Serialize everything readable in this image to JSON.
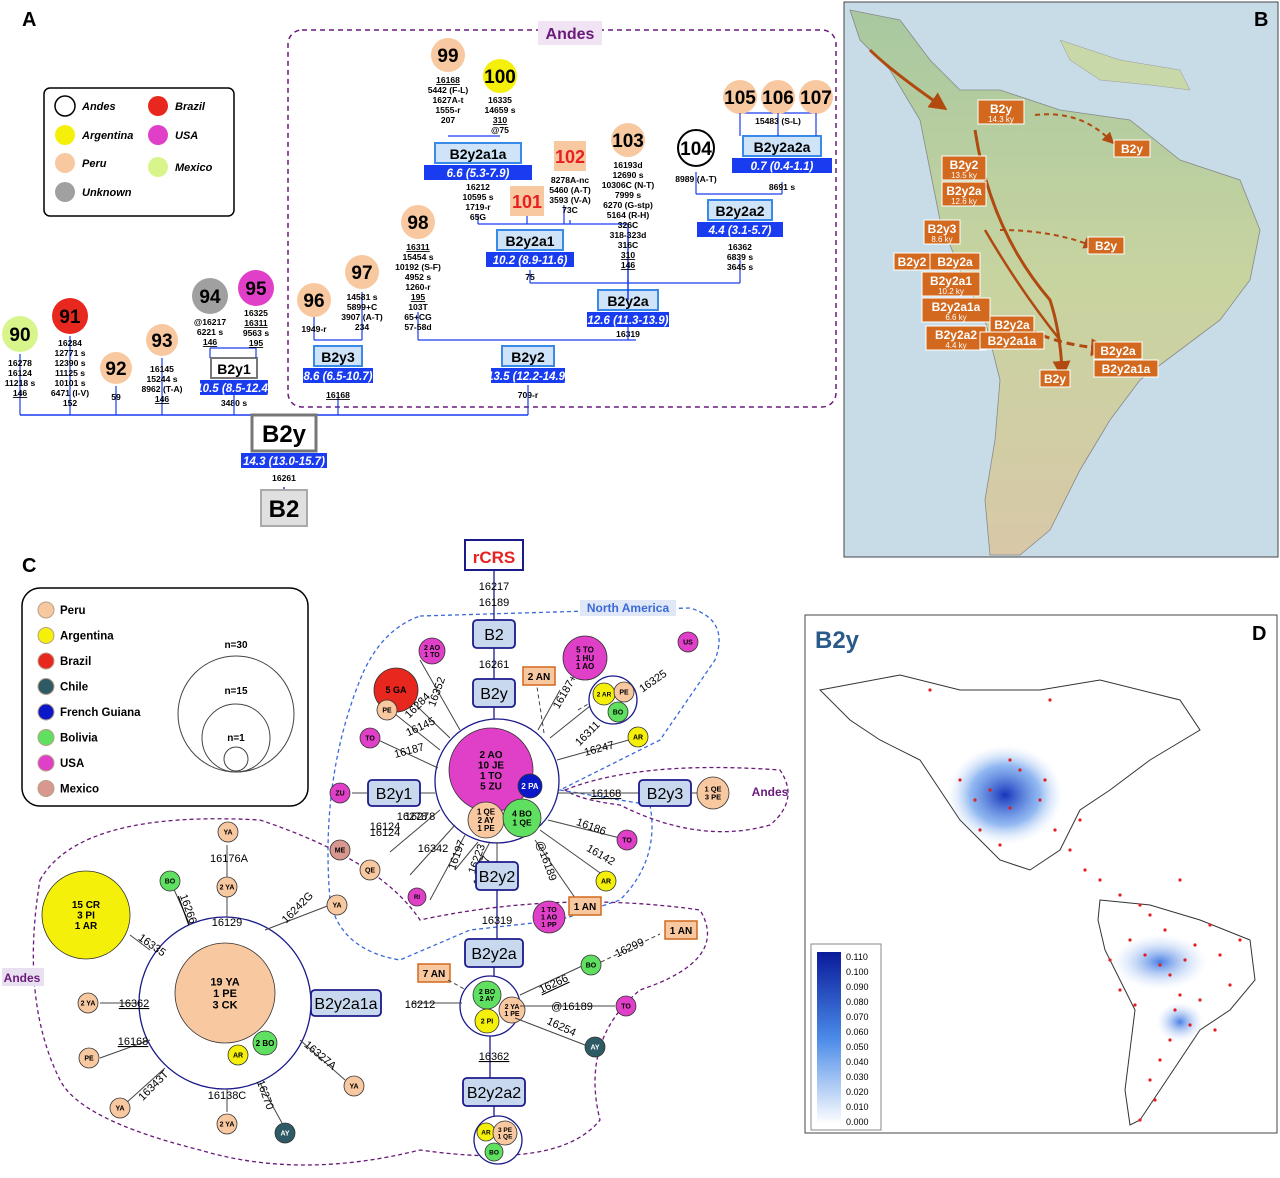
{
  "colors": {
    "andes": "#ffffff",
    "argentina": "#f5f00a",
    "peru": "#f8c8a0",
    "unknown": "#a0a0a0",
    "brazil": "#e8281e",
    "usa": "#e040c8",
    "mexico": "#d8f58c",
    "chile": "#2e5a66",
    "fguiana": "#0a18c8",
    "bolivia": "#60e060",
    "mexicoC": "#d89890",
    "blue": "#1a3cf0",
    "lightblue": "#c8d8ee",
    "orange": "#d2691e",
    "purple": "#6a1a7a"
  },
  "panels": {
    "a": "A",
    "b": "B",
    "c": "C",
    "d": "D"
  },
  "a": {
    "andes_title": "Andes",
    "legend": [
      {
        "label": "Andes",
        "color": "andes"
      },
      {
        "label": "Brazil",
        "color": "brazil"
      },
      {
        "label": "Argentina",
        "color": "argentina"
      },
      {
        "label": "USA",
        "color": "usa"
      },
      {
        "label": "Peru",
        "color": "peru"
      },
      {
        "label": "Mexico",
        "color": "mexico"
      },
      {
        "label": "Unknown",
        "color": "unknown"
      }
    ],
    "nodes": [
      {
        "id": "90",
        "color": "mexico",
        "muts": [
          "16278",
          "16124",
          "11218 s",
          "146"
        ],
        "u": [
          3
        ]
      },
      {
        "id": "91",
        "color": "brazil",
        "muts": [
          "16284",
          "12771 s",
          "12390 s",
          "11125 s",
          "10101 s",
          "6471 (I-V)",
          "152"
        ],
        "u": []
      },
      {
        "id": "92",
        "color": "peru",
        "muts": [
          "59"
        ],
        "u": []
      },
      {
        "id": "93",
        "color": "peru",
        "muts": [
          "16145",
          "15244 s",
          "8962 (T-A)",
          "146"
        ],
        "u": [
          3
        ]
      },
      {
        "id": "94",
        "color": "unknown",
        "muts": [
          "@16217",
          "6221 s",
          "146"
        ],
        "u": [
          2
        ]
      },
      {
        "id": "95",
        "color": "usa",
        "muts": [
          "16325",
          "16311",
          "9563 s",
          "195"
        ],
        "u": [
          1,
          3
        ]
      },
      {
        "id": "96",
        "color": "peru",
        "muts": [
          "1949-r"
        ],
        "u": []
      },
      {
        "id": "97",
        "color": "peru",
        "muts": [
          "14581 s",
          "5899+C",
          "3907 (A-T)",
          "234"
        ],
        "u": []
      },
      {
        "id": "98",
        "color": "peru",
        "muts": [
          "16311",
          "15454 s",
          "10192 (S-F)",
          "4952 s",
          "1260-r",
          "195",
          "103T",
          "65+CG",
          "57-58d"
        ],
        "u": [
          0,
          5
        ]
      },
      {
        "id": "99",
        "color": "peru",
        "muts": [
          "16168",
          "5442 (F-L)",
          "1627A-t",
          "1555-r",
          "207"
        ],
        "u": [
          0
        ]
      },
      {
        "id": "100",
        "color": "argentina",
        "muts": [
          "16335",
          "14659 s",
          "310",
          "@75"
        ],
        "u": [
          2
        ]
      },
      {
        "id": "101",
        "color": "peru",
        "muts": [],
        "u": []
      },
      {
        "id": "102",
        "color": "peru",
        "muts": [
          "8278A-nc",
          "5460 (A-T)",
          "3593 (V-A)",
          "73C"
        ],
        "u": []
      },
      {
        "id": "103",
        "color": "peru",
        "muts": [
          "16193d",
          "12690 s",
          "10306C (N-T)",
          "7999 s",
          "6270 (G-stp)",
          "5164 (R-H)",
          "326C",
          "318-323d",
          "316C",
          "310",
          "146"
        ],
        "u": [
          9,
          10
        ]
      },
      {
        "id": "104",
        "color": "andes",
        "muts": [
          "8989 (A-T)"
        ],
        "u": []
      },
      {
        "id": "105",
        "color": "peru",
        "muts": [],
        "u": []
      },
      {
        "id": "106",
        "color": "peru",
        "muts": [
          "15483 (S-L)"
        ],
        "u": []
      },
      {
        "id": "107",
        "color": "peru",
        "muts": [],
        "u": []
      }
    ],
    "clades": [
      {
        "id": "B2y1",
        "age": "10.5 (8.5-12.4)",
        "muts": [
          "3480 s"
        ]
      },
      {
        "id": "B2y3",
        "age": "8.6 (6.5-10.7)",
        "muts": [
          "16168"
        ]
      },
      {
        "id": "B2y2",
        "age": "13.5 (12.2-14.9)",
        "muts": [
          "709-r"
        ]
      },
      {
        "id": "B2y2a",
        "age": "12.6 (11.3-13.9)",
        "muts": [
          "16319"
        ]
      },
      {
        "id": "B2y2a1",
        "age": "10.2 (8.9-11.6)",
        "muts": [
          "75"
        ]
      },
      {
        "id": "B2y2a1a",
        "age": "6.6 (5.3-7.9)",
        "muts": [
          "16212",
          "10595 s",
          "1719-r",
          "65G"
        ]
      },
      {
        "id": "B2y2a2",
        "age": "4.4 (3.1-5.7)",
        "muts": [
          "16362",
          "6839 s",
          "3645 s"
        ]
      },
      {
        "id": "B2y2a2a",
        "age": "0.7 (0.4-1.1)",
        "muts": [
          "8691 s"
        ]
      },
      {
        "id": "B2y",
        "age": "14.3 (13.0-15.7)",
        "muts": [
          "16261"
        ]
      },
      {
        "id": "B2",
        "age": "",
        "muts": []
      }
    ]
  },
  "b": {
    "labels": [
      {
        "t1": "B2y",
        "t2": "14.3 ky"
      },
      {
        "t1": "B2y",
        "t2": ""
      },
      {
        "t1": "B2y2",
        "t2": "13.5 ky"
      },
      {
        "t1": "B2y2a",
        "t2": "12.6 ky"
      },
      {
        "t1": "B2y3",
        "t2": "8.6 ky"
      },
      {
        "t1": "B2y",
        "t2": ""
      },
      {
        "t1": "B2y2",
        "t2": ""
      },
      {
        "t1": "B2y2a",
        "t2": ""
      },
      {
        "t1": "B2y2a1",
        "t2": "10.2 ky"
      },
      {
        "t1": "B2y2a1a",
        "t2": "6.6 ky"
      },
      {
        "t1": "B2y2a2",
        "t2": "4.4 ky"
      },
      {
        "t1": "B2y2a",
        "t2": ""
      },
      {
        "t1": "B2y2a1a",
        "t2": ""
      },
      {
        "t1": "B2y2a",
        "t2": ""
      },
      {
        "t1": "B2y2a1a",
        "t2": ""
      },
      {
        "t1": "B2y",
        "t2": ""
      }
    ]
  },
  "c": {
    "legend": [
      {
        "label": "Peru",
        "color": "peru"
      },
      {
        "label": "Argentina",
        "color": "argentina"
      },
      {
        "label": "Brazil",
        "color": "brazil"
      },
      {
        "label": "Chile",
        "color": "chile"
      },
      {
        "label": "French Guiana",
        "color": "fguiana"
      },
      {
        "label": "Bolivia",
        "color": "bolivia"
      },
      {
        "label": "USA",
        "color": "usa"
      },
      {
        "label": "Mexico",
        "color": "mexicoC"
      }
    ],
    "sizes": [
      "n=30",
      "n=15",
      "n=1"
    ],
    "root": "rCRS",
    "north_america": "North America",
    "andes": "Andes",
    "andes2": "Andes",
    "hubs": {
      "B2": "B2",
      "B2y": "B2y",
      "B2y1": "B2y1",
      "B2y2": "B2y2",
      "B2y3": "B2y3",
      "B2y2a": "B2y2a",
      "B2y2a1a": "B2y2a1a",
      "B2y2a2": "B2y2a2"
    },
    "main_hub": [
      "2 AO",
      "10 JE",
      "1 TO",
      "5 ZU"
    ],
    "hub_sub1": [
      "1 QE",
      "2 AY",
      "1 PE"
    ],
    "hub_sub2": [
      "4 BO",
      "1 QE"
    ],
    "hub_sub3": "2 PA",
    "big_yellow": [
      "15 CR",
      "3 PI",
      "1 AR"
    ],
    "big_peru": [
      "19 YA",
      "1 PE",
      "3 CK"
    ],
    "mut": {
      "m16217": "16217",
      "m16189": "16189",
      "m16261": "16261",
      "m16352": "16352",
      "m16284": "16284",
      "m16145": "16145",
      "m16187": "16187",
      "m16187C": "16187+C",
      "m16311": "16311",
      "m16325": "16325",
      "m16247": "16247",
      "m16168": "16168",
      "m16186": "16186",
      "m16142": "16142",
      "m16124": "16124",
      "m16278": "16278",
      "m16342": "16342",
      "m16197": "16197",
      "m16223": "16223",
      "m16227": "16227",
      "m16189at": "@16189",
      "m16319": "16319",
      "m16176A": "16176A",
      "m16266": "16266",
      "m16129": "16129",
      "m16242G": "16242G",
      "m16335": "16335",
      "m16362": "16362",
      "m16168b": "16168",
      "m16343T": "16343T",
      "m16138C": "16138C",
      "m16270": "16270",
      "m16327A": "16327A",
      "m16212": "16212",
      "m16299": "16299",
      "m16266b": "16266",
      "m16189b": "@16189",
      "m16254": "16254",
      "m16362b": "16362"
    },
    "tags": {
      "t2AN": "2 AN",
      "t1AN": "1 AN",
      "t7AN": "7 AN",
      "t1AN2": "1 AN"
    },
    "small": {
      "sAO": [
        "2 AO",
        "1 TO"
      ],
      "sGA": "5 GA",
      "sPE": "PE",
      "sTO1": "TO",
      "sZU": "ZU",
      "sME": "ME",
      "sQE": "QE",
      "sRI": "RI",
      "sUSbig": [
        "5 TO",
        "1 HU",
        "1 AO"
      ],
      "sUS": "US",
      "sAR1": "AR",
      "sTO2": "TO",
      "sAR2": "AR",
      "sTOgroup": [
        "1 TO",
        "1 AO",
        "1 PP"
      ],
      "cl1": [
        "2 AR",
        "PE",
        "BO"
      ],
      "b2y3": [
        "1 QE",
        "3 PE"
      ],
      "sYA1": "YA",
      "sBO1": "BO",
      "s2YA1": "2 YA",
      "sYA2": "YA",
      "s2YA2": "2 YA",
      "sPE2": "PE",
      "sYA3": "YA",
      "s2YA3": "2 YA",
      "sAY1": "AY",
      "sYA4": "YA",
      "sAR3": "AR",
      "s2BO": "2 BO",
      "a2cl": [
        "2 BO",
        "2 AY",
        "2 PI",
        "2 YA",
        "1 PE"
      ],
      "sBO2": "BO",
      "sTO3": "TO",
      "sAY2": "AY",
      "a22cl": [
        "AR",
        "3 PE",
        "1 QE",
        "BO"
      ]
    }
  },
  "d": {
    "title": "B2y",
    "scale": [
      "0.110",
      "0.100",
      "0.090",
      "0.080",
      "0.070",
      "0.060",
      "0.050",
      "0.040",
      "0.030",
      "0.020",
      "0.010",
      "0.000"
    ]
  }
}
